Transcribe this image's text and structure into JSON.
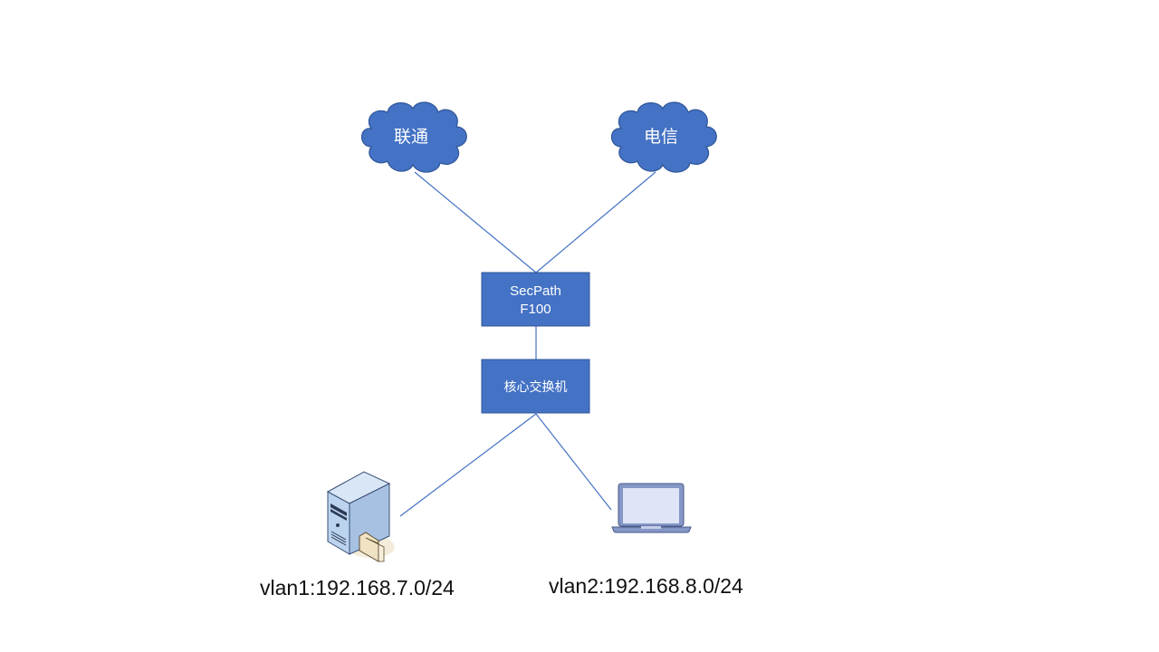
{
  "diagram": {
    "clouds": [
      {
        "id": "unicom",
        "label": "联通",
        "icon": "cloud-icon"
      },
      {
        "id": "telecom",
        "label": "电信",
        "icon": "cloud-icon"
      }
    ],
    "firewall": {
      "line1": "SecPath",
      "line2": "F100"
    },
    "core_switch": {
      "label": "核心交换机"
    },
    "endpoints": [
      {
        "id": "server",
        "icon": "server-icon",
        "label": "vlan1:192.168.7.0/24"
      },
      {
        "id": "laptop",
        "icon": "laptop-icon",
        "label": "vlan2:192.168.8.0/24"
      }
    ],
    "colors": {
      "node": "#4472c4",
      "node_border": "#2f5597",
      "link": "#4472c4"
    }
  }
}
